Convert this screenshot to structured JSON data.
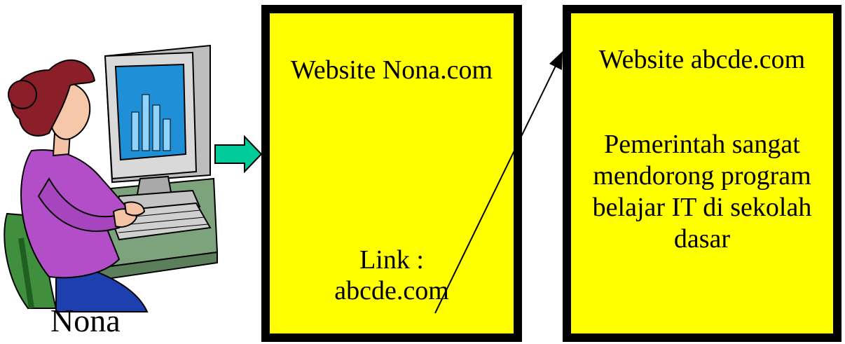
{
  "person": {
    "name": "Nona"
  },
  "website_nona": {
    "title": "Website Nona.com",
    "link_line1": "Link :",
    "link_line2": "abcde.com"
  },
  "website_abcde": {
    "title": "Website abcde.com",
    "body": "Pemerintah sangat mendorong program belajar IT di sekolah dasar"
  },
  "colors": {
    "page_fill": "#ffff00",
    "page_border": "#000000",
    "arrow_fill": "#00cc99"
  },
  "icons": [
    "woman-at-computer-illustration",
    "right-arrow-icon",
    "link-arrow"
  ]
}
